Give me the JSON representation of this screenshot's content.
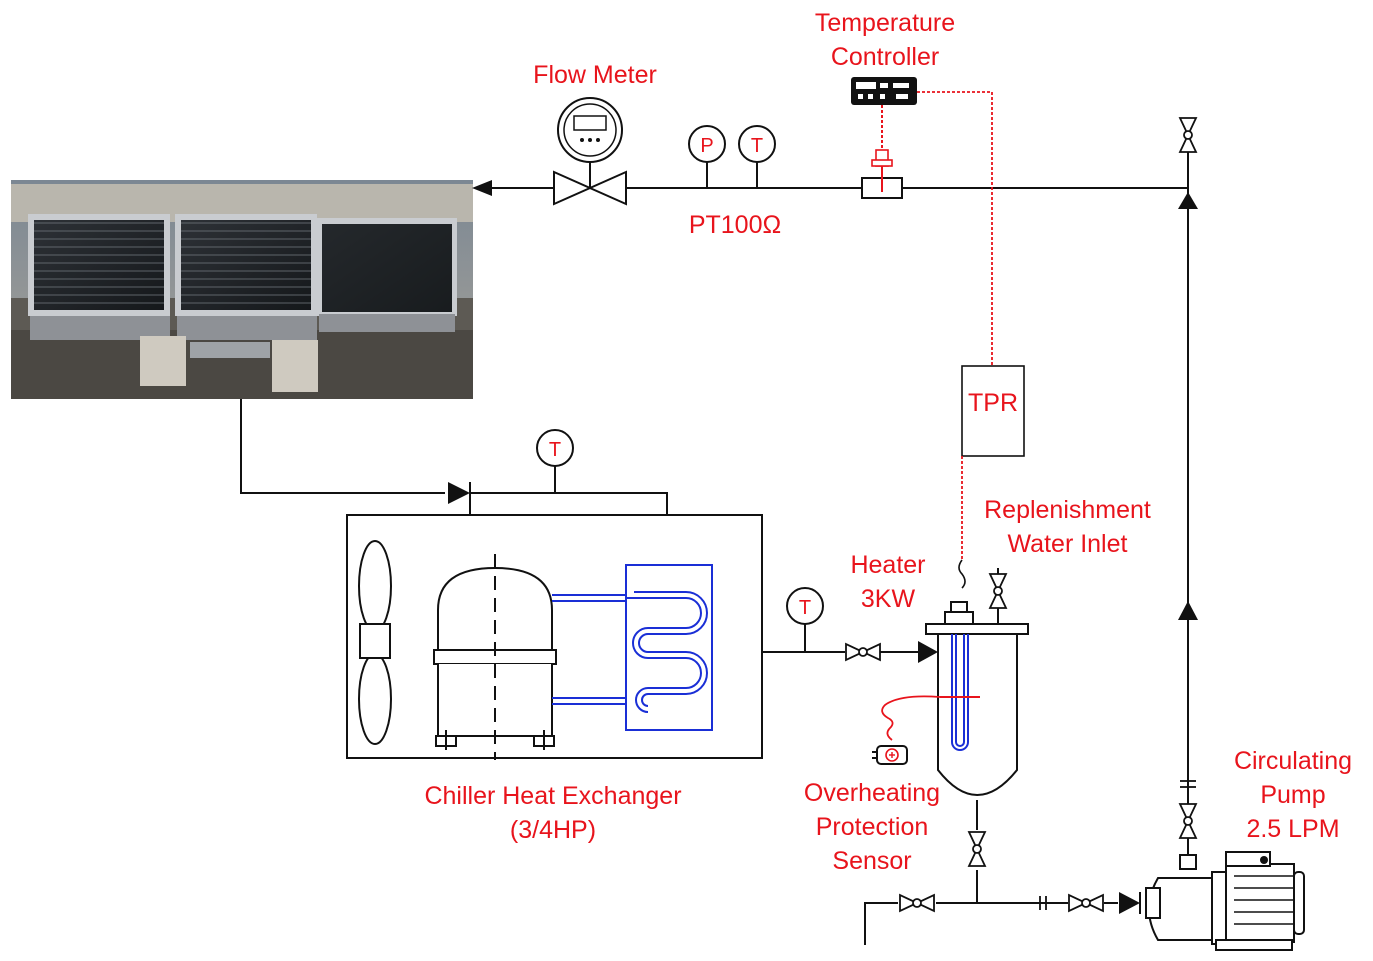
{
  "colors": {
    "label": "#e8141c",
    "line": "#111111",
    "coil": "#1a2fd6",
    "signal": "#e8141c"
  },
  "labels": {
    "temperature_controller": [
      "Temperature",
      "Controller"
    ],
    "flow_meter": "Flow Meter",
    "pt100": "PT100Ω",
    "tpr": "TPR",
    "replenishment": [
      "Replenishment",
      "Water Inlet"
    ],
    "heater": [
      "Heater",
      "3KW"
    ],
    "chiller": [
      "Chiller Heat Exchanger",
      "(3/4HP)"
    ],
    "overheating": [
      "Overheating",
      "Protection",
      "Sensor"
    ],
    "pump": [
      "Circulating",
      "Pump",
      "2.5 LPM"
    ]
  },
  "gauges": {
    "pressure": "P",
    "temperature": "T"
  },
  "icons": [
    "solar-collector-photo",
    "flow-meter-icon",
    "gate-valve-icon",
    "check-valve-icon",
    "fan-icon",
    "compressor-icon",
    "coil-heat-exchanger-icon",
    "heater-tank-icon",
    "circulating-pump-icon",
    "pressure-gauge-icon",
    "temperature-gauge-icon"
  ]
}
